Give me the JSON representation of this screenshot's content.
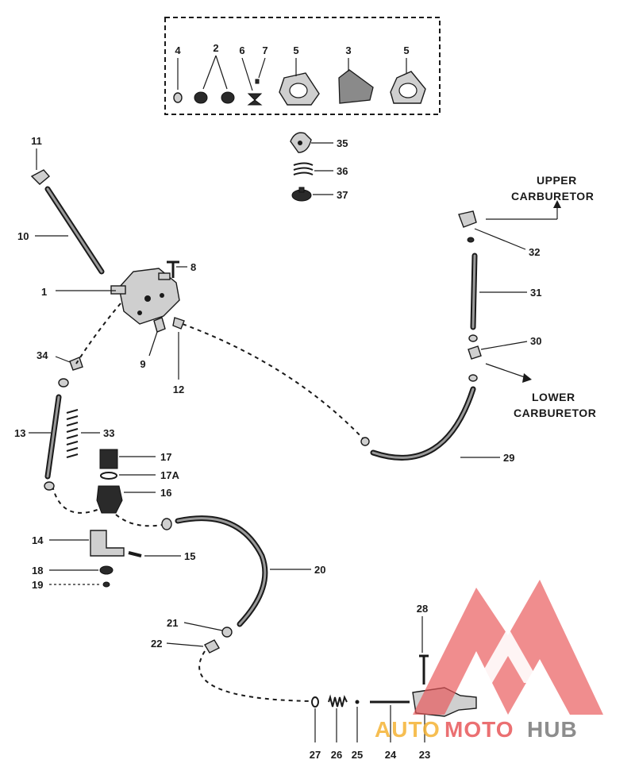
{
  "kit_callouts": [
    "4",
    "2",
    "6",
    "7",
    "5",
    "3",
    "5"
  ],
  "callouts": {
    "c1": "1",
    "c8": "8",
    "c9": "9",
    "c10": "10",
    "c11": "11",
    "c12": "12",
    "c13": "13",
    "c14": "14",
    "c15": "15",
    "c16": "16",
    "c17": "17",
    "c17a": "17A",
    "c18": "18",
    "c19": "19",
    "c20": "20",
    "c21": "21",
    "c22": "22",
    "c23": "23",
    "c24": "24",
    "c25": "25",
    "c26": "26",
    "c27": "27",
    "c28": "28",
    "c29": "29",
    "c30": "30",
    "c31": "31",
    "c32": "32",
    "c33": "33",
    "c34": "34",
    "c35": "35",
    "c36": "36",
    "c37": "37"
  },
  "labels": {
    "upper_1": "UPPER",
    "upper_2": "CARBURETOR",
    "lower_1": "LOWER",
    "lower_2": "CARBURETOR"
  },
  "watermark": {
    "part_a": "AUTO",
    "part_b": "MOTO",
    "part_c": "HUB"
  },
  "colors": {
    "ink": "#1a1a1a",
    "logo_red": "#e8585a",
    "logo_yellow": "#f5b335",
    "logo_grey": "#7a7a7a"
  }
}
